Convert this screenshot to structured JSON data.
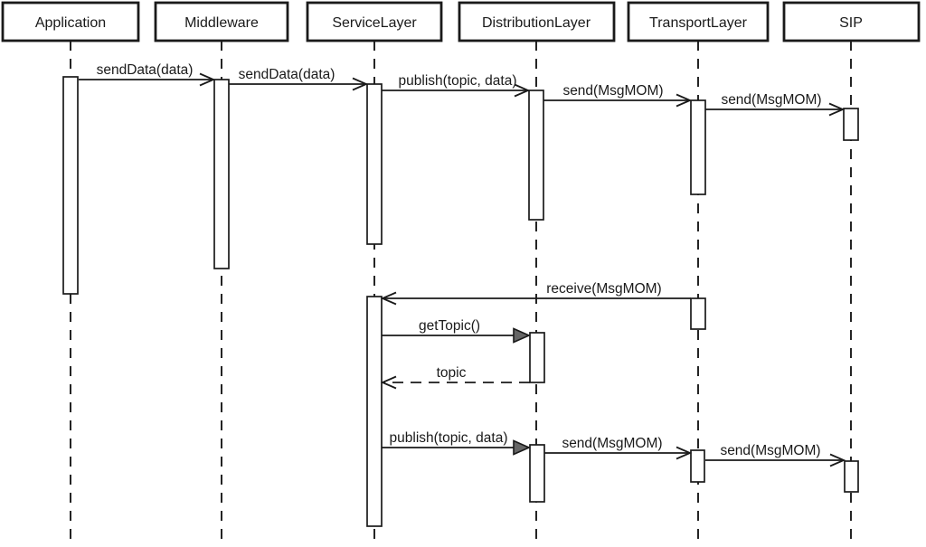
{
  "diagram": {
    "type": "uml-sequence",
    "colors": {
      "stroke": "#1a1a1a",
      "background": "#ffffff",
      "filled_arrowhead": "#666666"
    },
    "lifelines": [
      {
        "name": "Application"
      },
      {
        "name": "Middleware"
      },
      {
        "name": "ServiceLayer"
      },
      {
        "name": "DistributionLayer"
      },
      {
        "name": "TransportLayer"
      },
      {
        "name": "SIP"
      }
    ],
    "messages": [
      {
        "label": "sendData(data)",
        "from": "Application",
        "to": "Middleware",
        "line": "solid",
        "head": "open"
      },
      {
        "label": "sendData(data)",
        "from": "Middleware",
        "to": "ServiceLayer",
        "line": "solid",
        "head": "open"
      },
      {
        "label": "publish(topic, data)",
        "from": "ServiceLayer",
        "to": "DistributionLayer",
        "line": "solid",
        "head": "open"
      },
      {
        "label": "send(MsgMOM)",
        "from": "DistributionLayer",
        "to": "TransportLayer",
        "line": "solid",
        "head": "open"
      },
      {
        "label": "send(MsgMOM)",
        "from": "TransportLayer",
        "to": "SIP",
        "line": "solid",
        "head": "open"
      },
      {
        "label": "receive(MsgMOM)",
        "from": "TransportLayer",
        "to": "ServiceLayer",
        "line": "solid",
        "head": "open"
      },
      {
        "label": "getTopic()",
        "from": "ServiceLayer",
        "to": "DistributionLayer",
        "line": "solid",
        "head": "filled"
      },
      {
        "label": "topic",
        "from": "DistributionLayer",
        "to": "ServiceLayer",
        "line": "dashed",
        "head": "open"
      },
      {
        "label": "publish(topic, data)",
        "from": "ServiceLayer",
        "to": "DistributionLayer",
        "line": "solid",
        "head": "filled"
      },
      {
        "label": "send(MsgMOM)",
        "from": "DistributionLayer",
        "to": "TransportLayer",
        "line": "solid",
        "head": "open"
      },
      {
        "label": "send(MsgMOM)",
        "from": "TransportLayer",
        "to": "SIP",
        "line": "solid",
        "head": "open"
      }
    ]
  }
}
